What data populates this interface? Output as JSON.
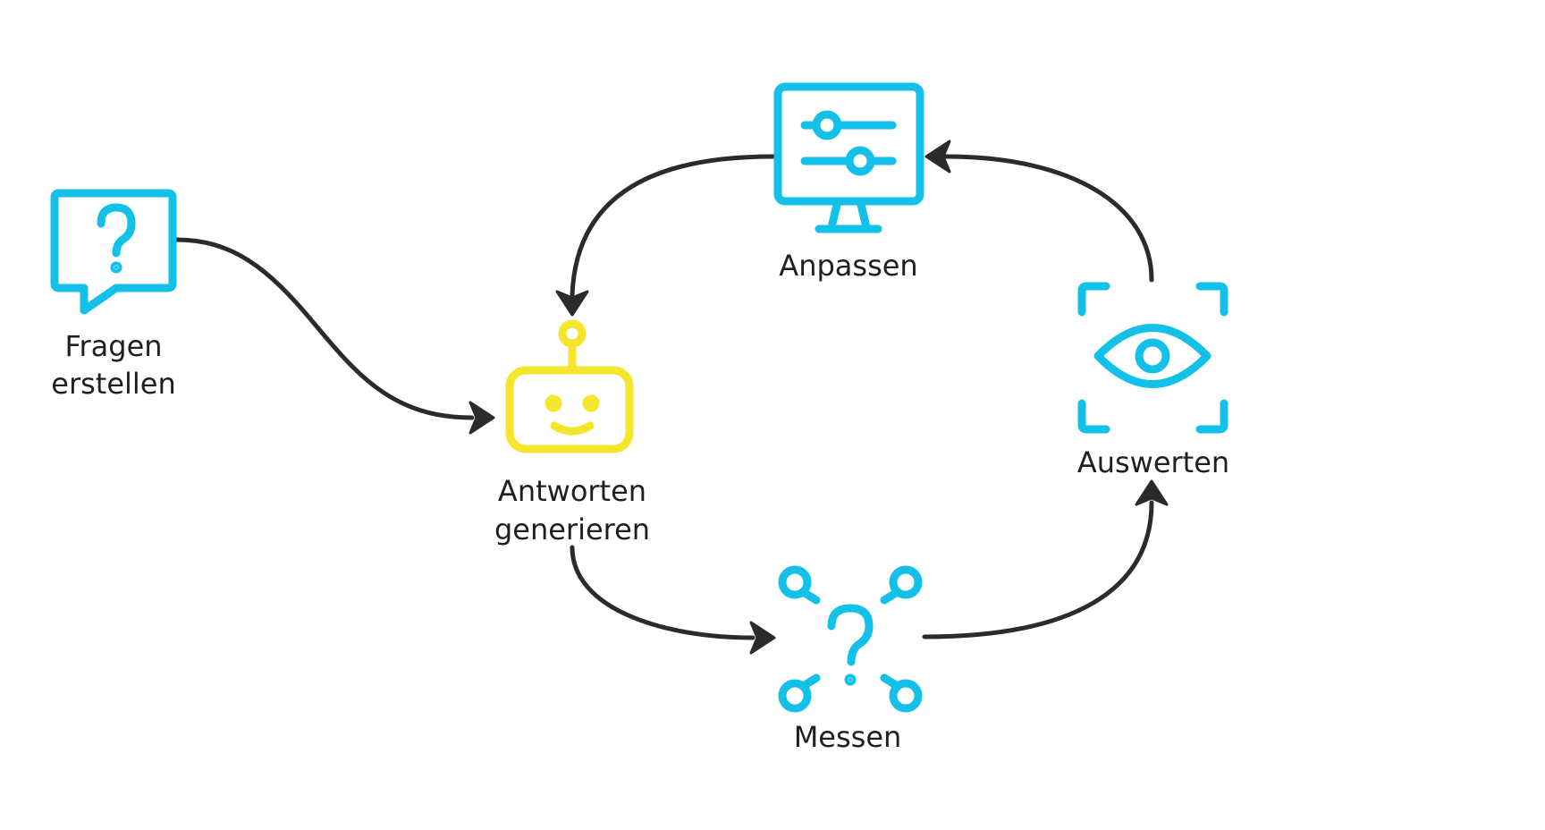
{
  "diagram": {
    "type": "process-cycle",
    "colors": {
      "icon_primary": "#12c0e8",
      "icon_highlight": "#f5e52c",
      "arrow": "#2b2b2b",
      "text": "#1f1f1f",
      "background": "#ffffff"
    },
    "nodes": [
      {
        "id": "fragen",
        "icon": "speech-bubble-question-icon",
        "label_lines": [
          "Fragen",
          "erstellen"
        ]
      },
      {
        "id": "antworten",
        "icon": "robot-icon",
        "label_lines": [
          "Antworten",
          "generieren"
        ]
      },
      {
        "id": "messen",
        "icon": "question-network-icon",
        "label_lines": [
          "Messen"
        ]
      },
      {
        "id": "auswerten",
        "icon": "eye-scan-icon",
        "label_lines": [
          "Auswerten"
        ]
      },
      {
        "id": "anpassen",
        "icon": "monitor-sliders-icon",
        "label_lines": [
          "Anpassen"
        ]
      }
    ],
    "edges": [
      {
        "from": "fragen",
        "to": "antworten"
      },
      {
        "from": "antworten",
        "to": "messen"
      },
      {
        "from": "messen",
        "to": "auswerten"
      },
      {
        "from": "auswerten",
        "to": "anpassen"
      },
      {
        "from": "anpassen",
        "to": "antworten"
      }
    ]
  }
}
